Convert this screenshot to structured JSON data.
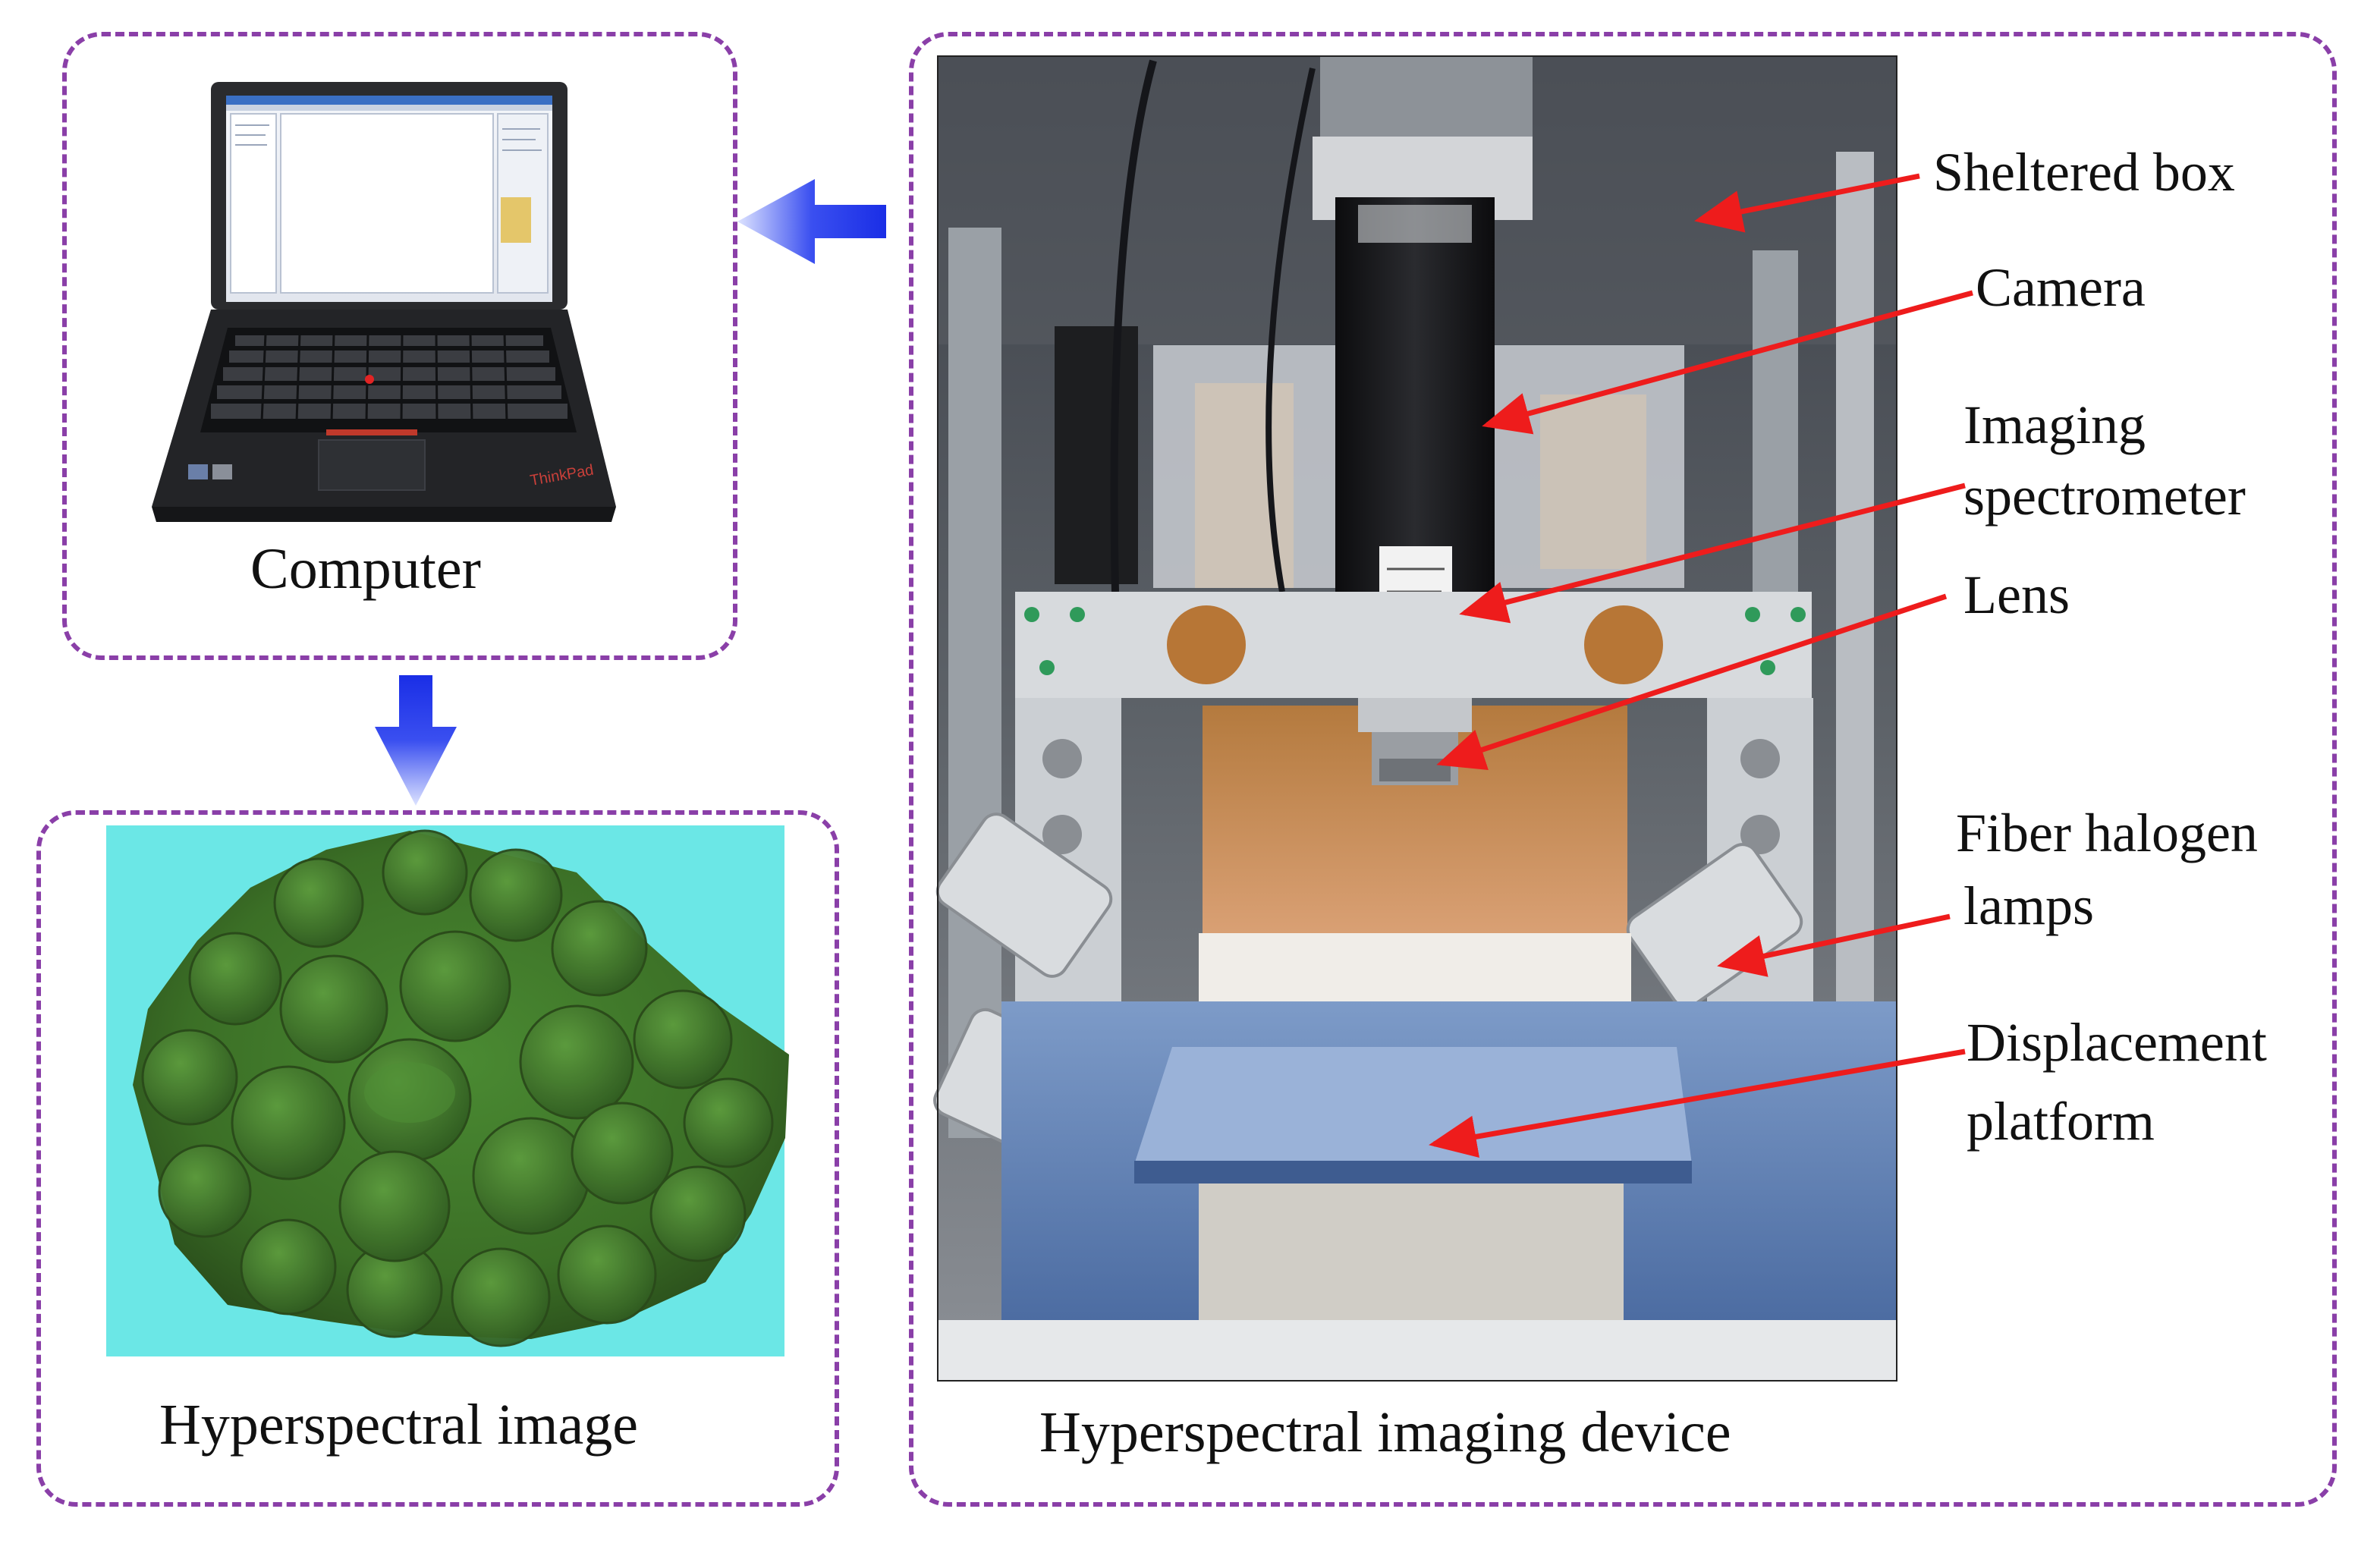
{
  "panels": {
    "computer": {
      "caption": "Computer"
    },
    "hyperspectral_image": {
      "caption": "Hyperspectral image"
    },
    "device": {
      "caption": "Hyperspectral imaging device"
    }
  },
  "labels": {
    "sheltered_box": "Sheltered box",
    "camera": "Camera",
    "imaging_spectrometer_line1": "Imaging",
    "imaging_spectrometer_line2": "spectrometer",
    "lens": "Lens",
    "fiber_halogen_lamps_line1": "Fiber halogen",
    "fiber_halogen_lamps_line2": "lamps",
    "displacement_platform_line1": "Displacement",
    "displacement_platform_line2": "platform"
  },
  "colors": {
    "dashed_border": "#8a3fa8",
    "flow_arrow": "#1a2ee6",
    "pointer_arrow": "#ee1c1c",
    "image_background": "#67e6e4",
    "cauliflower": "#3f7a2a"
  },
  "icons": [
    "laptop-icon",
    "cauliflower-image",
    "imaging-device-photo",
    "flow-arrow-left",
    "flow-arrow-down"
  ]
}
